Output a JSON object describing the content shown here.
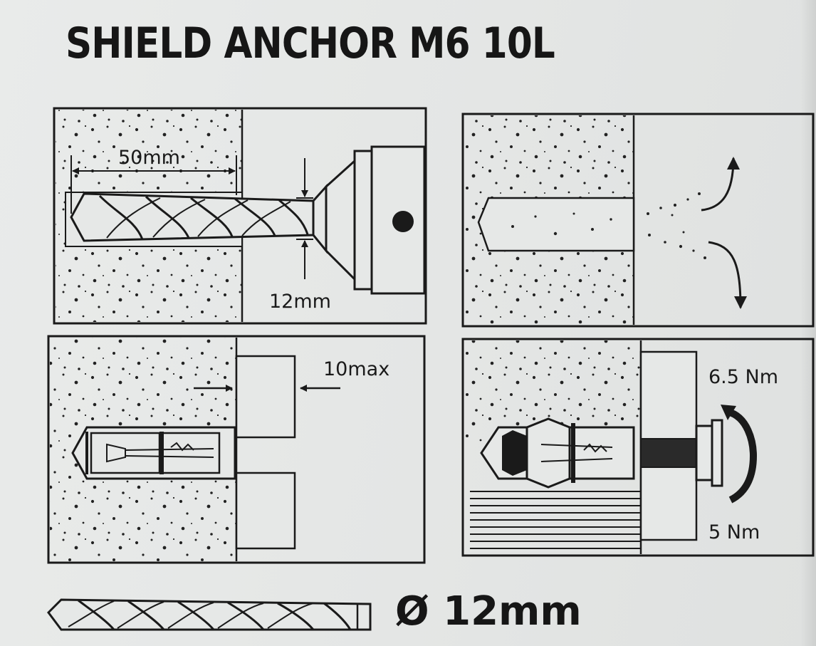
{
  "title": "SHIELD ANCHOR M6 10L",
  "steps": {
    "drill": {
      "depth_label": "50mm",
      "diameter_label": "12mm"
    },
    "clean": {},
    "insert": {
      "max_label": "10max"
    },
    "tighten": {
      "torque_high_label": "6.5 Nm",
      "torque_low_label": "5 Nm"
    }
  },
  "footer": {
    "drill_size_label": "Ø 12mm"
  },
  "icons": [
    "drill-bit-icon",
    "chuck-icon",
    "blow-arrow-icon",
    "torque-arrow-icon"
  ],
  "colors": {
    "ink": "#1a1a1a",
    "paper": "#e6e8e7"
  }
}
